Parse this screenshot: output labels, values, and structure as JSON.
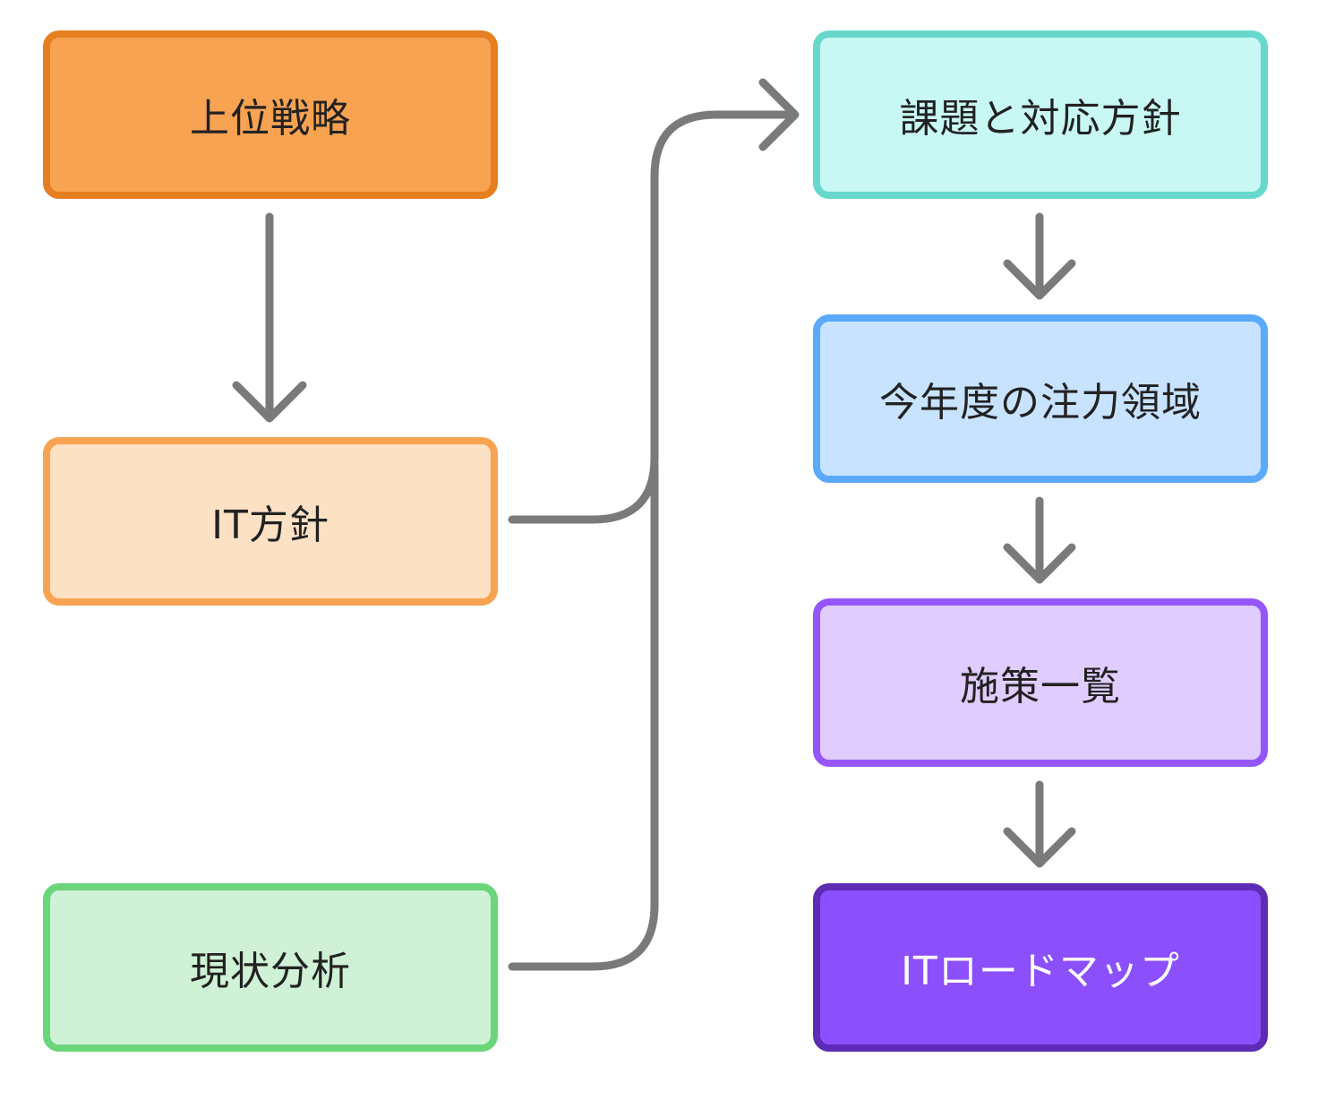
{
  "nodes": [
    {
      "id": "strategy",
      "label": "上位戦略",
      "fill": "#F8A352",
      "border": "#E67E22",
      "text_color": "#222222"
    },
    {
      "id": "itpolicy",
      "label": "IT方針",
      "fill": "#FCE1C4",
      "border": "#F8A352",
      "text_color": "#222222"
    },
    {
      "id": "analysis",
      "label": "現状分析",
      "fill": "#CFF1D5",
      "border": "#6BD57A",
      "text_color": "#222222"
    },
    {
      "id": "issues",
      "label": "課題と対応方針",
      "fill": "#C8F8F3",
      "border": "#67D8CC",
      "text_color": "#222222"
    },
    {
      "id": "focus",
      "label": "今年度の注力領域",
      "fill": "#C8E3FF",
      "border": "#5AA9FA",
      "text_color": "#222222"
    },
    {
      "id": "measures",
      "label": "施策一覧",
      "fill": "#E0CDFE",
      "border": "#9556F8",
      "text_color": "#222222"
    },
    {
      "id": "roadmap",
      "label": "ITロードマップ",
      "fill": "#8B4FFC",
      "border": "#5E2BB4",
      "text_color": "#FFFFFF"
    }
  ],
  "edges": [
    {
      "from": "strategy",
      "to": "itpolicy"
    },
    {
      "from": "itpolicy",
      "to": "issues"
    },
    {
      "from": "analysis",
      "to": "issues"
    },
    {
      "from": "issues",
      "to": "focus"
    },
    {
      "from": "focus",
      "to": "measures"
    },
    {
      "from": "measures",
      "to": "roadmap"
    }
  ],
  "colors": {
    "connector": "#7A7A7A",
    "background": "#FFFFFF"
  }
}
